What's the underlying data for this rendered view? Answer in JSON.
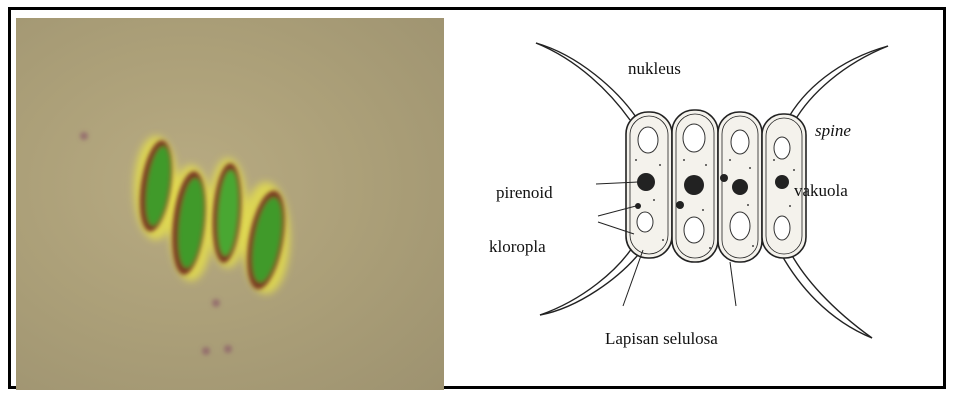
{
  "diagram": {
    "labels": {
      "nukleus": "nukleus",
      "spine": "spine",
      "pirenoid": "pirenoid",
      "vakuola": "vakuola",
      "kloropla": "kloropla",
      "lapisan": "Lapisan selulosa"
    }
  },
  "colors": {
    "photo_bg": "#ab9f78",
    "cell_green": "#3f9a2c",
    "cell_edge": "#7a3a20",
    "halo": "#e6e04a",
    "ink": "#111111"
  }
}
